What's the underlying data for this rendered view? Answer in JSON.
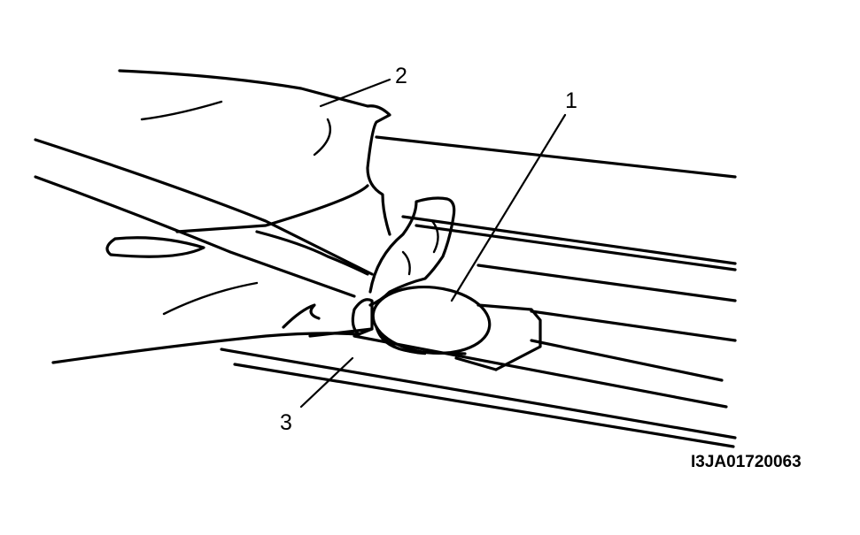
{
  "callouts": {
    "label_1": "1",
    "label_2": "2",
    "label_3": "3"
  },
  "figure_code": "I3JA01720063",
  "colors": {
    "ink": "#000000",
    "paper": "#ffffff"
  }
}
